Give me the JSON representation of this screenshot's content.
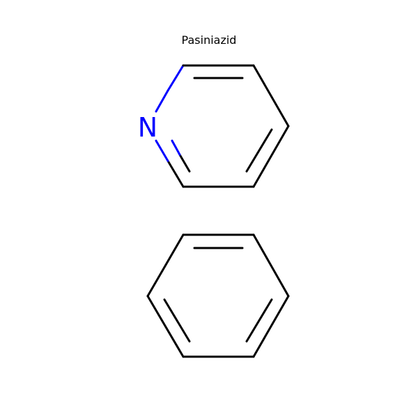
{
  "title": "Pasiniazid",
  "colors": {
    "carbon_bond": "#000000",
    "nitrogen": "#0000ff",
    "background": "#ffffff"
  },
  "molecule": {
    "fragments": [
      {
        "name": "pyridine",
        "atoms": [
          {
            "element": "N",
            "label": "N"
          },
          {
            "element": "C",
            "label": ""
          },
          {
            "element": "C",
            "label": ""
          },
          {
            "element": "C",
            "label": ""
          },
          {
            "element": "C",
            "label": ""
          },
          {
            "element": "C",
            "label": ""
          }
        ]
      },
      {
        "name": "benzene",
        "atoms": [
          {
            "element": "C",
            "label": ""
          },
          {
            "element": "C",
            "label": ""
          },
          {
            "element": "C",
            "label": ""
          },
          {
            "element": "C",
            "label": ""
          },
          {
            "element": "C",
            "label": ""
          },
          {
            "element": "C",
            "label": ""
          }
        ]
      }
    ]
  }
}
